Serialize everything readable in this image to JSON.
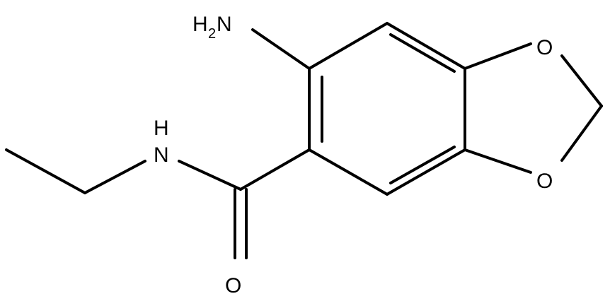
{
  "molecule": {
    "atoms": {
      "amino": {
        "symbol": "H",
        "subscript": "2",
        "tail": "N"
      },
      "amide_h": "H",
      "amide_n": "N",
      "carbonyl_o": "O",
      "ring_o_top": "O",
      "ring_o_bottom": "O"
    }
  },
  "colors": {
    "bond": "#000000",
    "background": "#ffffff"
  }
}
